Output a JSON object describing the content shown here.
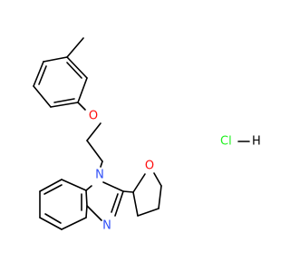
{
  "molecule": {
    "atoms": {
      "oxygen_ether": {
        "symbol": "O",
        "color": "#ff0d0d"
      },
      "n1": {
        "symbol": "N",
        "color": "#3050f8"
      },
      "n3": {
        "symbol": "N",
        "color": "#3050f8"
      },
      "oxygen_thf": {
        "symbol": "O",
        "color": "#ff0d0d"
      }
    },
    "salt": {
      "text": "Cl",
      "suffix": "H",
      "color": "#1ff01f"
    }
  }
}
